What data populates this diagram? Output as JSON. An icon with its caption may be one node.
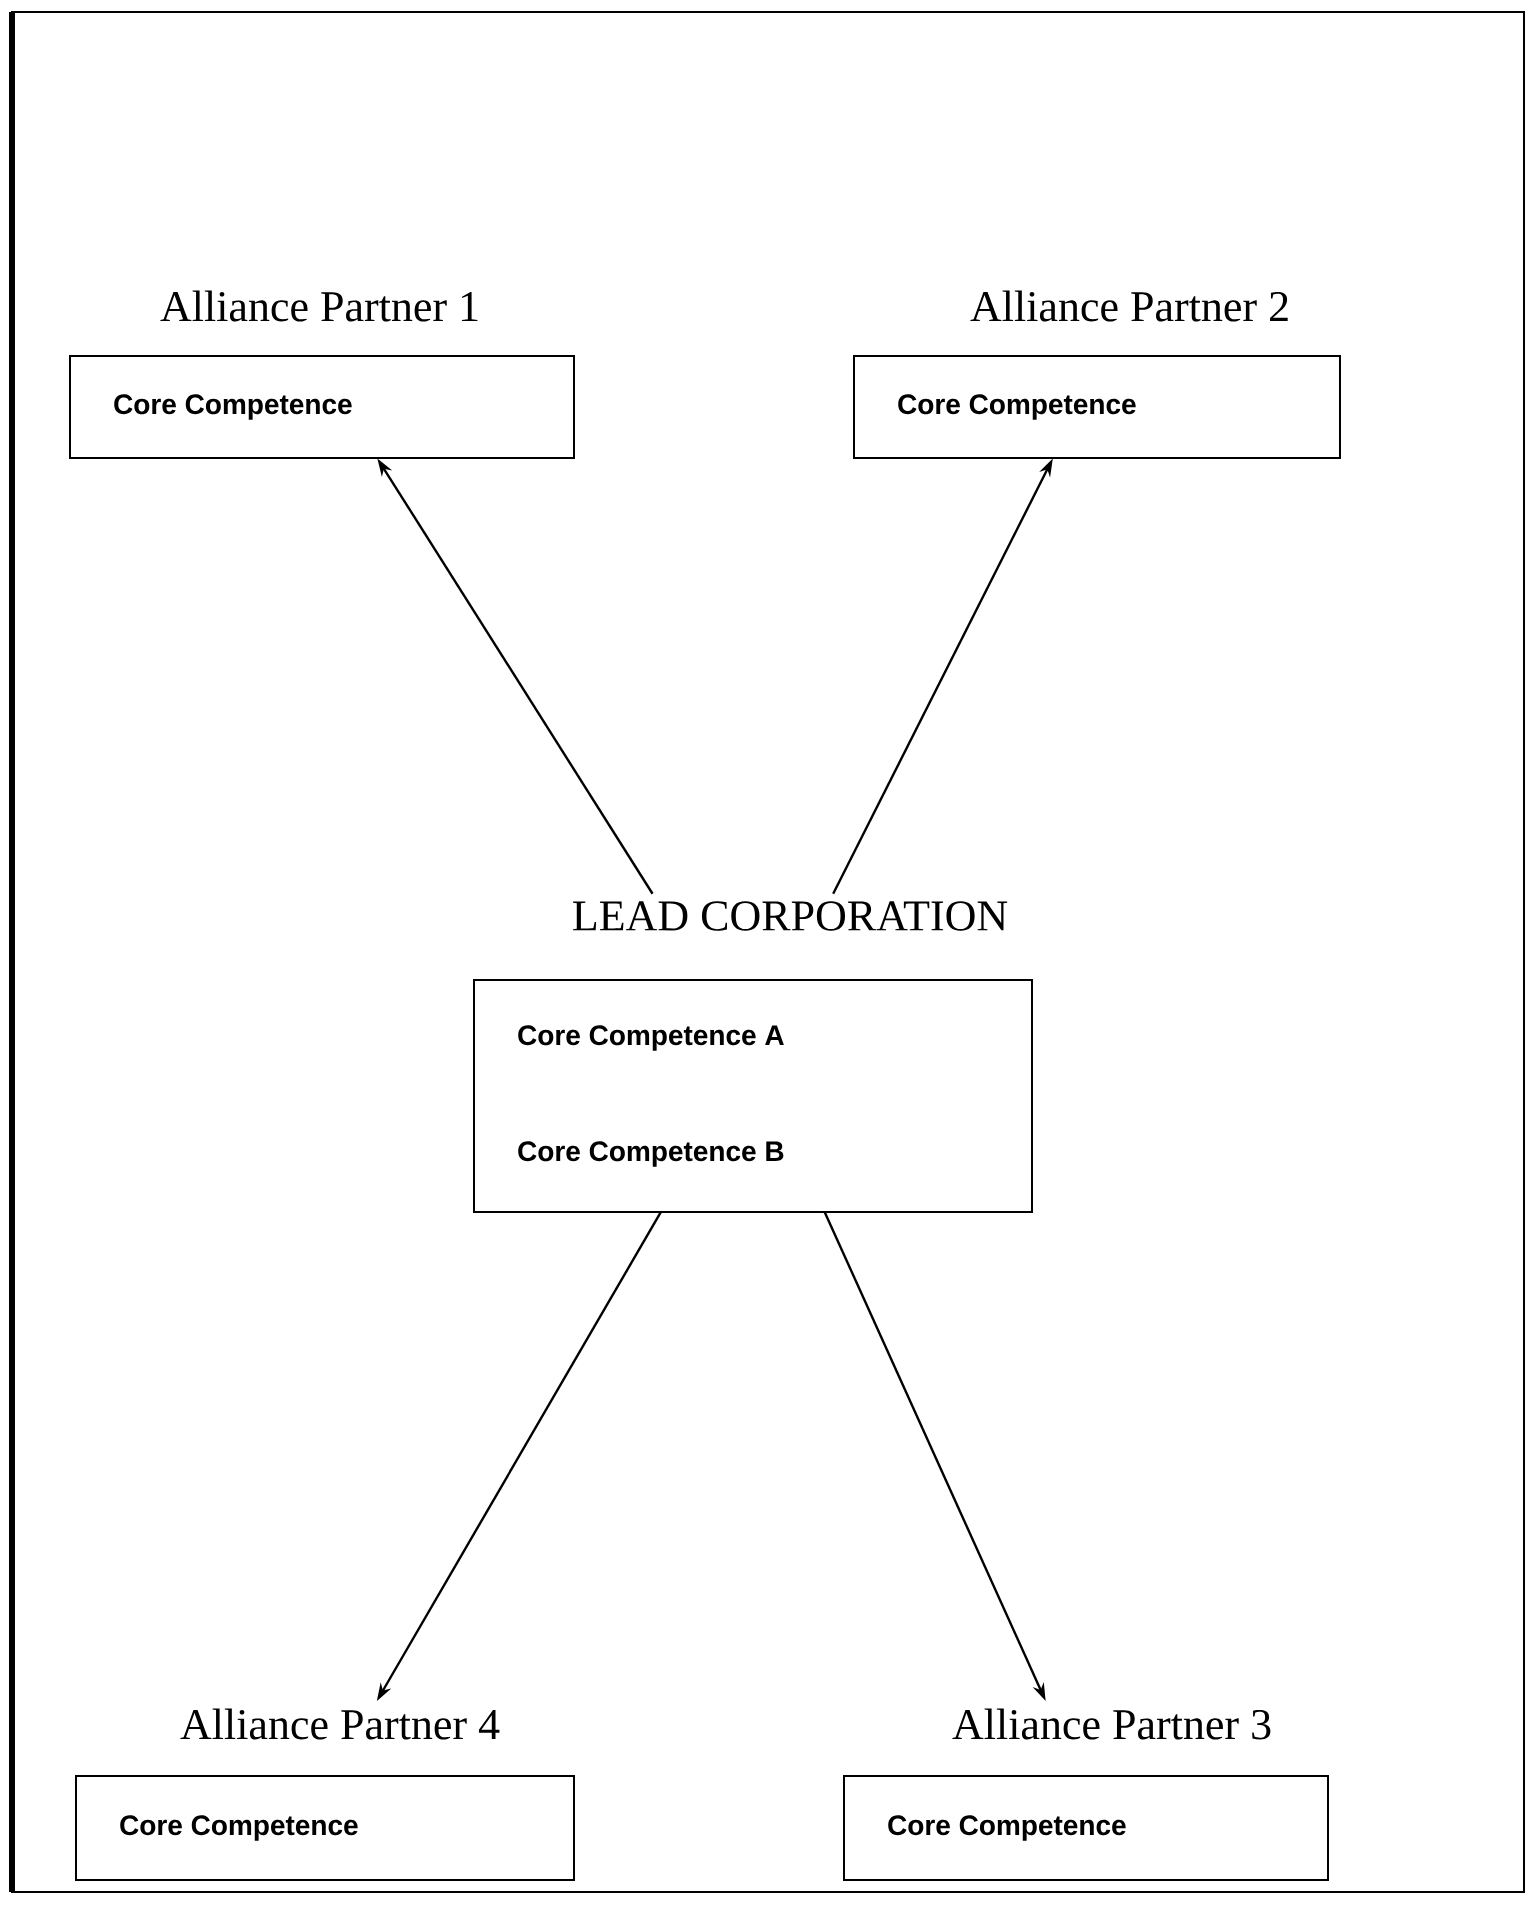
{
  "diagram": {
    "nodes": [
      {
        "text": [
          "Alliance Partner 1",
          "Core Competence"
        ]
      },
      {
        "text": [
          "Alliance Partner 2",
          "Core Competence"
        ]
      },
      {
        "text": [
          "LEAD CORPORATION",
          "Core Competence A",
          "Core Competence B"
        ]
      },
      {
        "text": [
          "Alliance Partner 4",
          "Core Competence"
        ]
      },
      {
        "text": [
          "Alliance Partner 3",
          "Core Competence"
        ]
      }
    ],
    "edges": [
      {
        "from": 2,
        "to": 0,
        "arrow": "to"
      },
      {
        "from": 2,
        "to": 1,
        "arrow": "to"
      },
      {
        "from": 2,
        "to": 3,
        "arrow": "to"
      },
      {
        "from": 2,
        "to": 4,
        "arrow": "to"
      }
    ]
  }
}
